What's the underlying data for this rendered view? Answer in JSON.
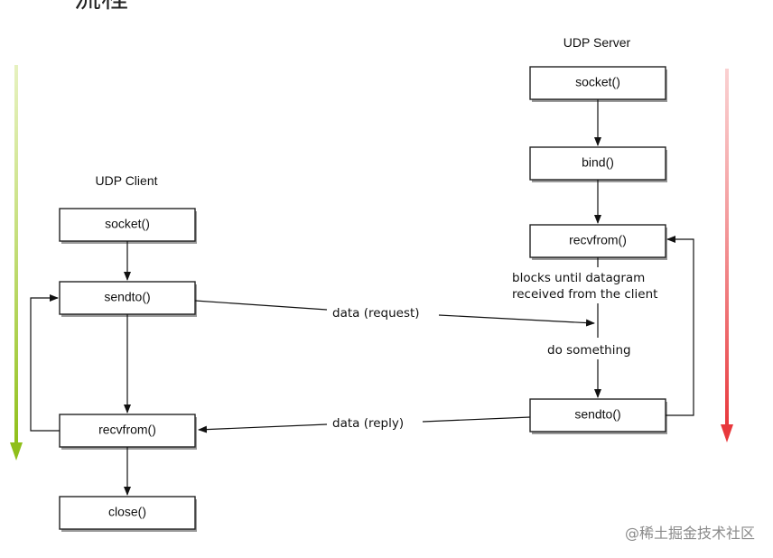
{
  "title_fragment": "流程",
  "client": {
    "label": "UDP Client",
    "steps": [
      "socket()",
      "sendto()",
      "recvfrom()",
      "close()"
    ]
  },
  "server": {
    "label": "UDP Server",
    "steps": [
      "socket()",
      "bind()",
      "recvfrom()",
      "sendto()"
    ]
  },
  "notes": {
    "block_line1": "blocks until datagram",
    "block_line2": "received from the client",
    "do_something": "do something"
  },
  "messages": {
    "request": "data (request)",
    "reply": "data (reply)"
  },
  "arrows": {
    "client_color": "#9bc320",
    "server_color": "#e8383c"
  },
  "watermark": "@稀土掘金技术社区"
}
